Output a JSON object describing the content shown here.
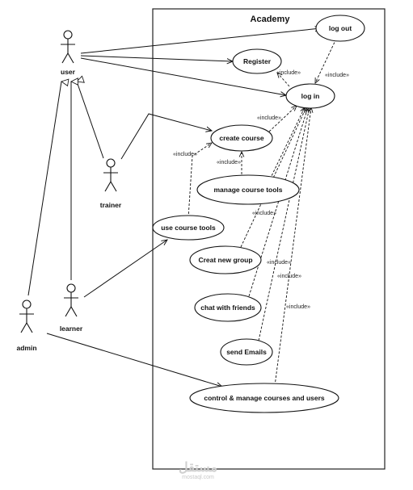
{
  "system": {
    "title": "Academy"
  },
  "actors": [
    {
      "id": "user",
      "label": "user"
    },
    {
      "id": "trainer",
      "label": "trainer"
    },
    {
      "id": "learner",
      "label": "learner"
    },
    {
      "id": "admin",
      "label": "admin"
    }
  ],
  "use_cases": [
    {
      "id": "logout",
      "label": "log out"
    },
    {
      "id": "register",
      "label": "Register"
    },
    {
      "id": "login",
      "label": "log in"
    },
    {
      "id": "create_course",
      "label": "create course"
    },
    {
      "id": "manage_tools",
      "label": "manage course tools"
    },
    {
      "id": "use_tools",
      "label": "use course tools"
    },
    {
      "id": "new_group",
      "label": "Creat new group"
    },
    {
      "id": "chat",
      "label": "chat with friends"
    },
    {
      "id": "emails",
      "label": "send Emails"
    },
    {
      "id": "control",
      "label": "control & manage courses and users"
    }
  ],
  "include_label": "«include»",
  "watermark": {
    "text": "مستقل",
    "url": "mostaql.com"
  }
}
